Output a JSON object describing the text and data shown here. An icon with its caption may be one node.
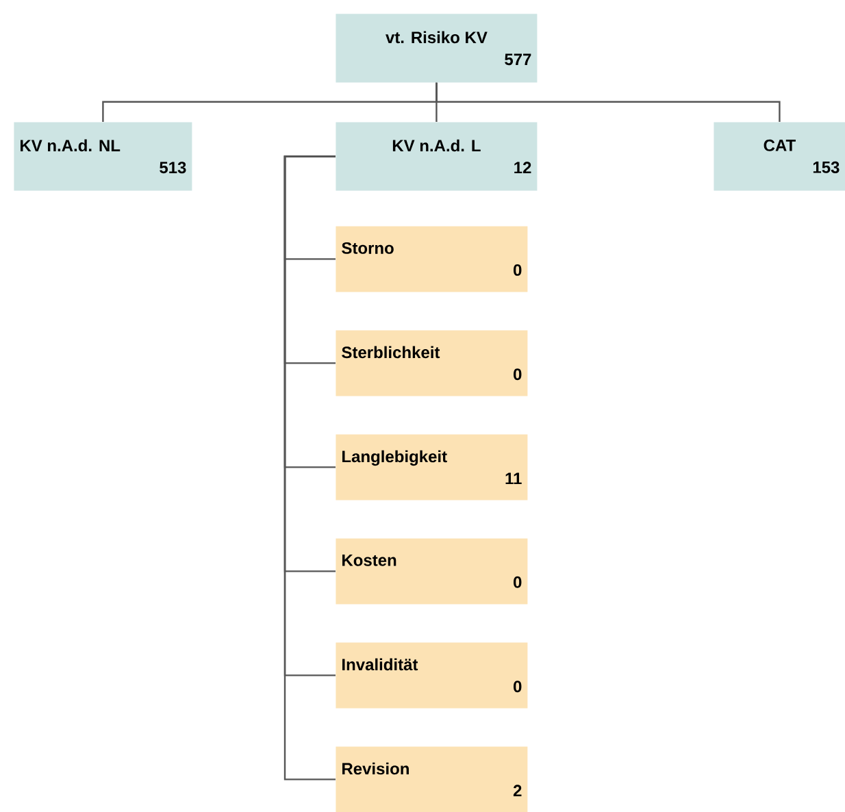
{
  "diagram": {
    "nodes": [
      {
        "text": [
          "vt. Risiko KV",
          "577"
        ]
      },
      {
        "text": [
          "KV n.A.d. NL",
          "513"
        ]
      },
      {
        "text": [
          "KV n.A.d. L",
          "12"
        ]
      },
      {
        "text": [
          "CAT",
          "153"
        ]
      },
      {
        "text": [
          "Storno",
          "0"
        ]
      },
      {
        "text": [
          "Sterblichkeit",
          "0"
        ]
      },
      {
        "text": [
          "Langlebigkeit",
          "11"
        ]
      },
      {
        "text": [
          "Kosten",
          "0"
        ]
      },
      {
        "text": [
          "Invalidität",
          "0"
        ]
      },
      {
        "text": [
          "Revision",
          "2"
        ]
      }
    ],
    "edges": [
      {
        "from": 0,
        "to": 1,
        "arrow": "none"
      },
      {
        "from": 0,
        "to": 2,
        "arrow": "none"
      },
      {
        "from": 0,
        "to": 3,
        "arrow": "none"
      },
      {
        "from": 2,
        "to": 4,
        "arrow": "none"
      },
      {
        "from": 2,
        "to": 5,
        "arrow": "none"
      },
      {
        "from": 2,
        "to": 6,
        "arrow": "none"
      },
      {
        "from": 2,
        "to": 7,
        "arrow": "none"
      },
      {
        "from": 2,
        "to": 8,
        "arrow": "none"
      },
      {
        "from": 2,
        "to": 9,
        "arrow": "none"
      }
    ]
  }
}
